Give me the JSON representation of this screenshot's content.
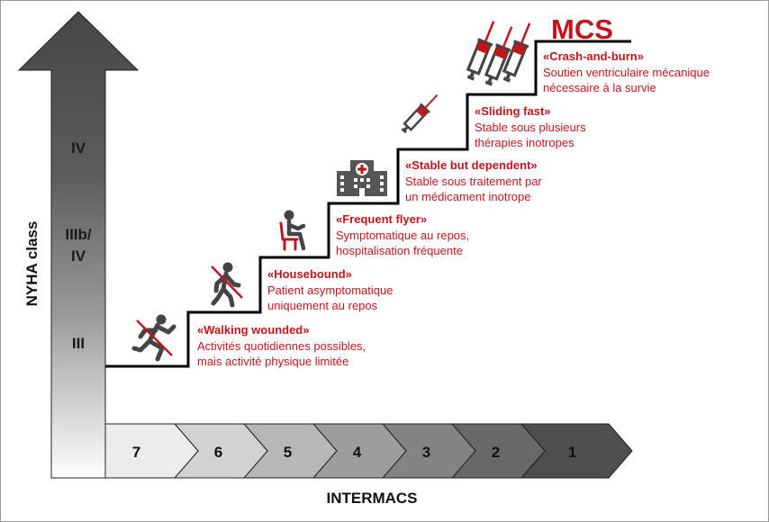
{
  "nyha": {
    "axis_title": "NYHA class",
    "levels": {
      "iv": "IV",
      "iiib_line1": "IIIb/",
      "iiib_line2": "IV",
      "iii": "III"
    }
  },
  "intermacs": {
    "axis_title": "INTERMACS",
    "profiles": [
      "7",
      "6",
      "5",
      "4",
      "3",
      "2",
      "1"
    ]
  },
  "mcs_label": "MCS",
  "steps": [
    {
      "title": "«Walking wounded»",
      "desc1": "Activités quotidiennes possibles,",
      "desc2": "mais activité physique limitée",
      "icon": "running-person-crossed-icon"
    },
    {
      "title": "«Housebound»",
      "desc1": "Patient asymptomatique",
      "desc2": "uniquement au repos",
      "icon": "walking-person-crossed-icon"
    },
    {
      "title": "«Frequent flyer»",
      "desc1": "Symptomatique au repos,",
      "desc2": "hospitalisation fréquente",
      "icon": "seated-person-icon"
    },
    {
      "title": "«Stable but dependent»",
      "desc1": "Stable sous traitement par",
      "desc2": "un médicament inotrope",
      "icon": "hospital-icon"
    },
    {
      "title": "«Sliding fast»",
      "desc1": "Stable sous plusieurs",
      "desc2": "thérapies inotropes",
      "icon": "syringe-icon"
    },
    {
      "title": "«Crash-and-burn»",
      "desc1": "Soutien ventriculaire mécanique",
      "desc2": "nécessaire à la survie",
      "icon": "triple-syringe-icon"
    }
  ],
  "colors": {
    "accent_red": "#c0161c",
    "dark_gray": "#444444",
    "stair_line": "#000000"
  }
}
